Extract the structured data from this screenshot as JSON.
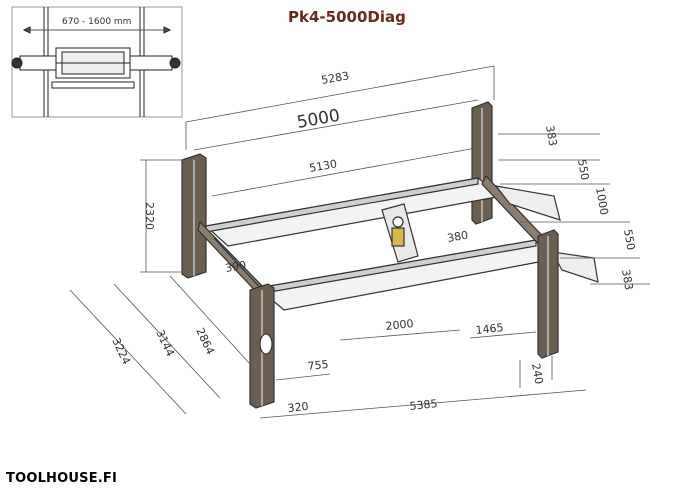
{
  "title": "Pk4-5000Diag",
  "brand": "TOOLHOUSE.FI",
  "inset": {
    "width_range": "670 - 1600 mm"
  },
  "dimensions": {
    "overall_length": "5283",
    "runway_length": "5000",
    "inner_length": "5130",
    "column_height": "2320",
    "top_offset": "383",
    "bottom_offset": "383",
    "runway_width_a": "550",
    "runway_width_b": "550",
    "track_width": "1000",
    "gap_right": "380",
    "gap_left": "390",
    "overall_width": "3224",
    "width_b": "3144",
    "width_c": "2864",
    "span_2000": "2000",
    "span_1465": "1465",
    "span_755": "755",
    "span_320": "320",
    "base_length": "5385",
    "foot_240": "240"
  }
}
